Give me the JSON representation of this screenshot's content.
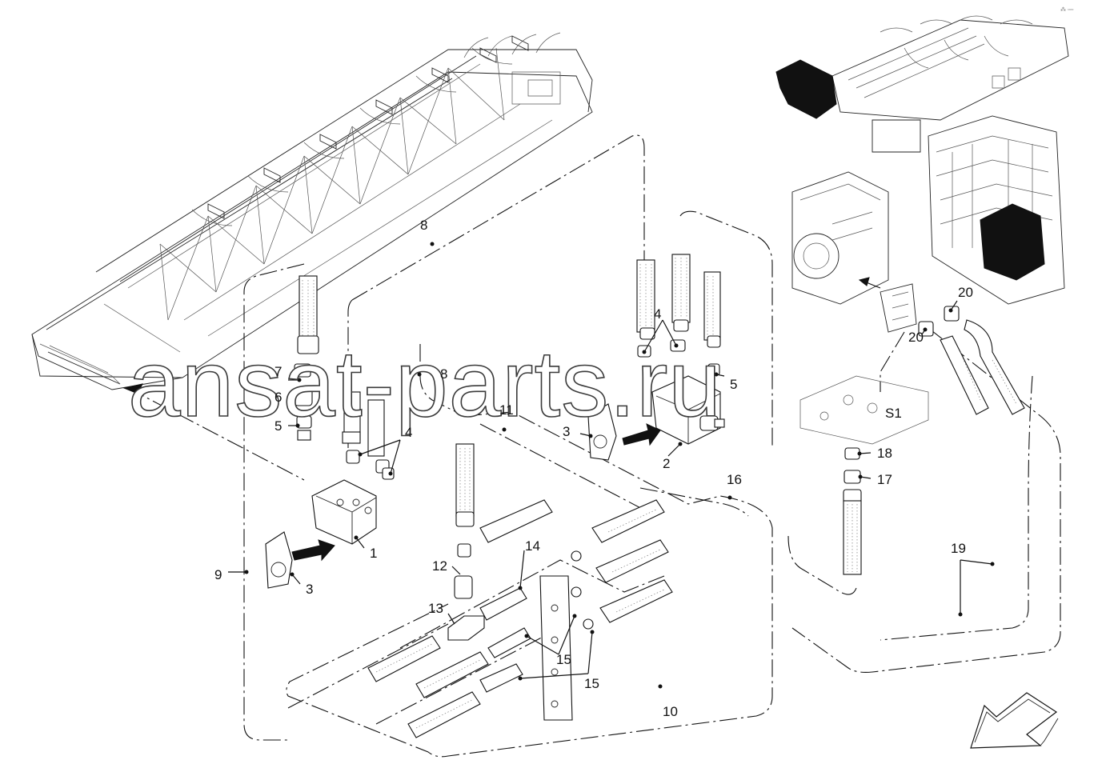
{
  "diagram": {
    "callouts": [
      {
        "id": "c1",
        "text": "1"
      },
      {
        "id": "c2",
        "text": "2"
      },
      {
        "id": "c3a",
        "text": "3"
      },
      {
        "id": "c3b",
        "text": "3"
      },
      {
        "id": "c4a",
        "text": "4"
      },
      {
        "id": "c4b",
        "text": "4"
      },
      {
        "id": "c5a",
        "text": "5"
      },
      {
        "id": "c5b",
        "text": "5"
      },
      {
        "id": "c6",
        "text": "6"
      },
      {
        "id": "c7",
        "text": "7"
      },
      {
        "id": "c8a",
        "text": "8"
      },
      {
        "id": "c8b",
        "text": "8"
      },
      {
        "id": "c9",
        "text": "9"
      },
      {
        "id": "c10",
        "text": "10"
      },
      {
        "id": "c11",
        "text": "11"
      },
      {
        "id": "c12",
        "text": "12"
      },
      {
        "id": "c13",
        "text": "13"
      },
      {
        "id": "c14",
        "text": "14"
      },
      {
        "id": "c15a",
        "text": "15"
      },
      {
        "id": "c15b",
        "text": "15"
      },
      {
        "id": "c16",
        "text": "16"
      },
      {
        "id": "c17",
        "text": "17"
      },
      {
        "id": "c18",
        "text": "18"
      },
      {
        "id": "c19",
        "text": "19"
      },
      {
        "id": "c20a",
        "text": "20"
      },
      {
        "id": "c20b",
        "text": "20"
      },
      {
        "id": "cS1",
        "text": "S1"
      }
    ],
    "watermark": "ansat-parts.ru",
    "corner_mark": "⁂ ▫▫▫"
  }
}
